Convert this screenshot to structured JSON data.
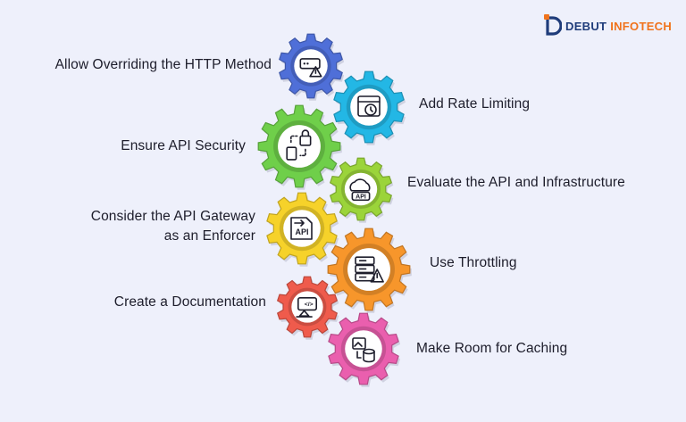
{
  "brand": {
    "word1": "DEBUT",
    "word2": "INFOTECH",
    "colors": {
      "primary": "#1f3c7a",
      "accent": "#f0731c"
    }
  },
  "steps": [
    {
      "label": [
        "Allow Overriding the HTTP Method"
      ],
      "color": "#4f6fd8",
      "icon": "server-warning-icon"
    },
    {
      "label": [
        "Add Rate Limiting"
      ],
      "color": "#23b7e5",
      "icon": "window-timer-icon"
    },
    {
      "label": [
        "Ensure API Security"
      ],
      "color": "#6fcf4a",
      "icon": "secure-transfer-icon"
    },
    {
      "label": [
        "Evaluate the API and Infrastructure"
      ],
      "color": "#9bd43a",
      "icon": "cloud-api-icon",
      "icon_text": "API"
    },
    {
      "label": [
        "Consider the API Gateway",
        "as an Enforcer"
      ],
      "color": "#f6d22a",
      "icon": "api-gateway-icon",
      "icon_text": "API"
    },
    {
      "label": [
        "Use Throttling"
      ],
      "color": "#f7962b",
      "icon": "server-alert-icon"
    },
    {
      "label": [
        "Create a Documentation"
      ],
      "color": "#ef5b4c",
      "icon": "code-browser-icon",
      "icon_text": "</>"
    },
    {
      "label": [
        "Make Room for Caching"
      ],
      "color": "#ea5fae",
      "icon": "image-database-icon"
    }
  ]
}
